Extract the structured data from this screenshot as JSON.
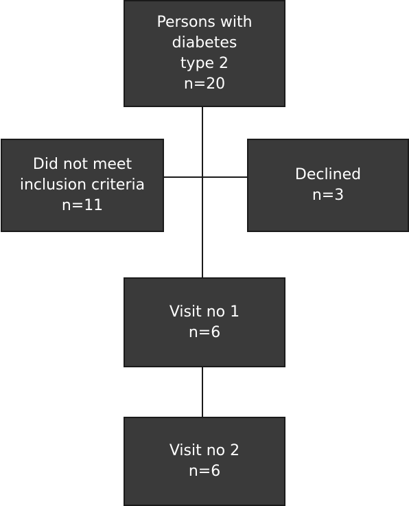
{
  "colors": {
    "box_fill": "#3a3a3a",
    "text": "#ffffff",
    "connector": "#1a1a1a"
  },
  "flowchart": {
    "start": {
      "lines": [
        "Persons with",
        "diabetes",
        "type 2",
        "n=20"
      ]
    },
    "excluded": {
      "lines": [
        "Did not meet",
        "inclusion criteria",
        "n=11"
      ]
    },
    "declined": {
      "lines": [
        "Declined",
        "n=3"
      ]
    },
    "visit1": {
      "lines": [
        "Visit no 1",
        "n=6"
      ]
    },
    "visit2": {
      "lines": [
        "Visit no 2",
        "n=6"
      ]
    }
  }
}
